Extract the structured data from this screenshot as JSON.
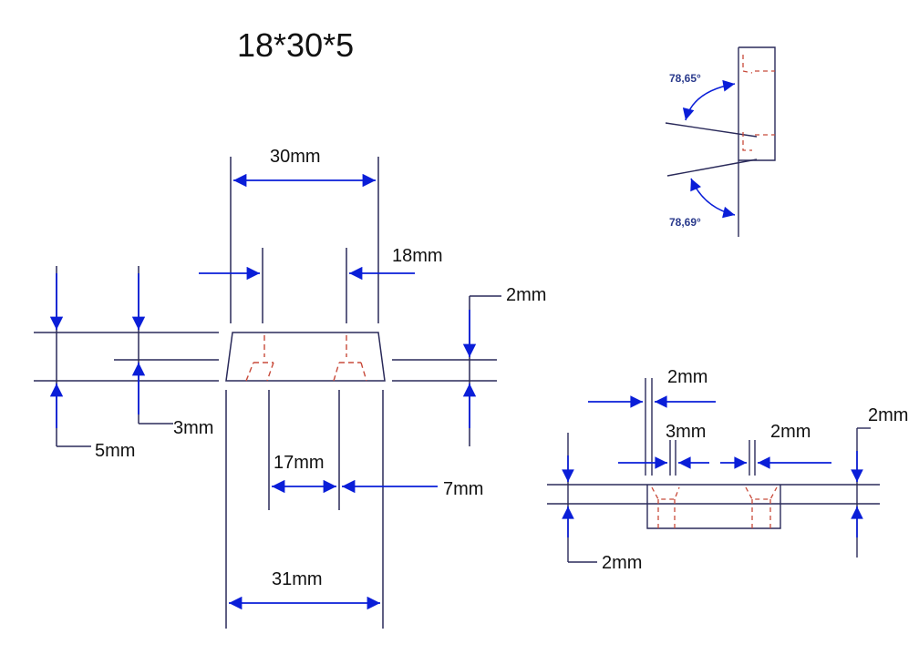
{
  "title": "18*30*5",
  "colors": {
    "line": "#2a2a5a",
    "arrow": "#0a1ed8",
    "hidden": "#c84a3a",
    "text": "#111111",
    "angle_text": "#2a3a8c"
  },
  "dims": {
    "top_width": "30mm",
    "inner_width": "18mm",
    "side_height_total": "5mm",
    "side_height_step": "3mm",
    "right_height": "2mm",
    "slot_spacing": "17mm",
    "slot_edge": "7mm",
    "bottom_width": "31mm"
  },
  "detail": {
    "dim_a": "2mm",
    "dim_b": "3mm",
    "dim_c": "2mm",
    "dim_right": "2mm",
    "dim_left": "2mm"
  },
  "angles": {
    "upper": "78,65°",
    "lower": "78,69°"
  }
}
